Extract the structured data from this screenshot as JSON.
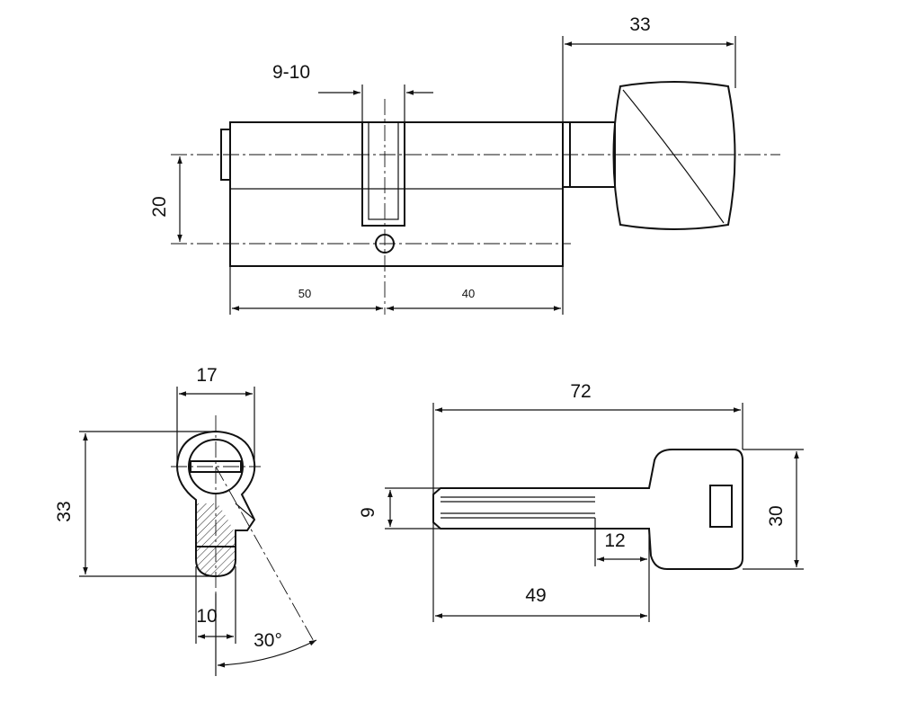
{
  "drawing": {
    "top_view": {
      "dim_total_turn": "33",
      "dim_cam_width": "9-10",
      "dim_height": "20",
      "dim_left": "50",
      "dim_right": "40"
    },
    "profile_view": {
      "dim_width": "17",
      "dim_height": "33",
      "dim_bottom": "10",
      "dim_angle": "30°"
    },
    "key_view": {
      "dim_total": "72",
      "dim_head": "30",
      "dim_blade": "9",
      "dim_shoulder": "12",
      "dim_length": "49"
    }
  }
}
